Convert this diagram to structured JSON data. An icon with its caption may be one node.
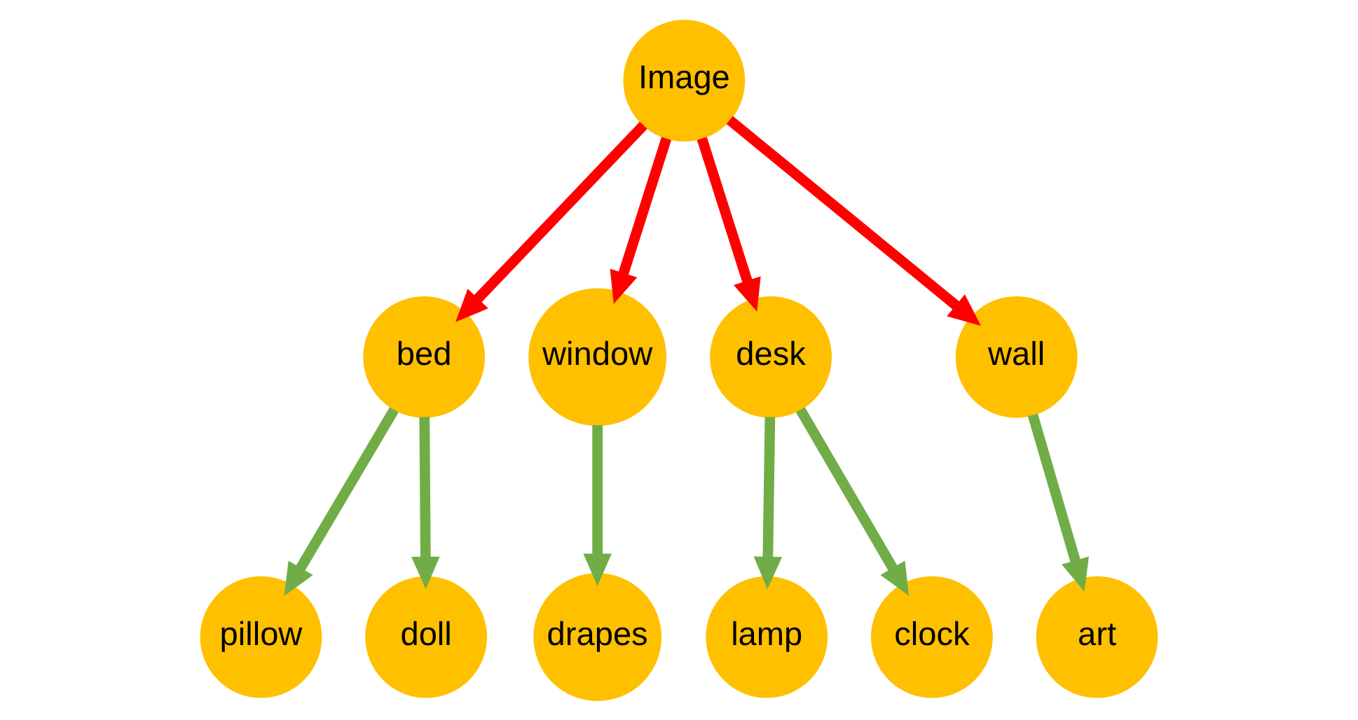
{
  "diagram": {
    "nodes": [
      {
        "text": [
          "Image"
        ]
      },
      {
        "text": [
          "bed"
        ]
      },
      {
        "text": [
          "window"
        ]
      },
      {
        "text": [
          "desk"
        ]
      },
      {
        "text": [
          "wall"
        ]
      },
      {
        "text": [
          "pillow"
        ]
      },
      {
        "text": [
          "doll"
        ]
      },
      {
        "text": [
          "drapes"
        ]
      },
      {
        "text": [
          "lamp"
        ]
      },
      {
        "text": [
          "clock"
        ]
      },
      {
        "text": [
          "art"
        ]
      }
    ],
    "edges": [
      {
        "from": 0,
        "to": 1,
        "arrow": "to",
        "color": "#ff0000"
      },
      {
        "from": 0,
        "to": 2,
        "arrow": "to",
        "color": "#ff0000"
      },
      {
        "from": 0,
        "to": 3,
        "arrow": "to",
        "color": "#ff0000"
      },
      {
        "from": 0,
        "to": 4,
        "arrow": "to",
        "color": "#ff0000"
      },
      {
        "from": 1,
        "to": 5,
        "arrow": "to",
        "color": "#70ad47"
      },
      {
        "from": 1,
        "to": 6,
        "arrow": "to",
        "color": "#70ad47"
      },
      {
        "from": 2,
        "to": 7,
        "arrow": "to",
        "color": "#70ad47"
      },
      {
        "from": 3,
        "to": 8,
        "arrow": "to",
        "color": "#70ad47"
      },
      {
        "from": 3,
        "to": 9,
        "arrow": "to",
        "color": "#70ad47"
      },
      {
        "from": 4,
        "to": 10,
        "arrow": "to",
        "color": "#70ad47"
      }
    ]
  }
}
